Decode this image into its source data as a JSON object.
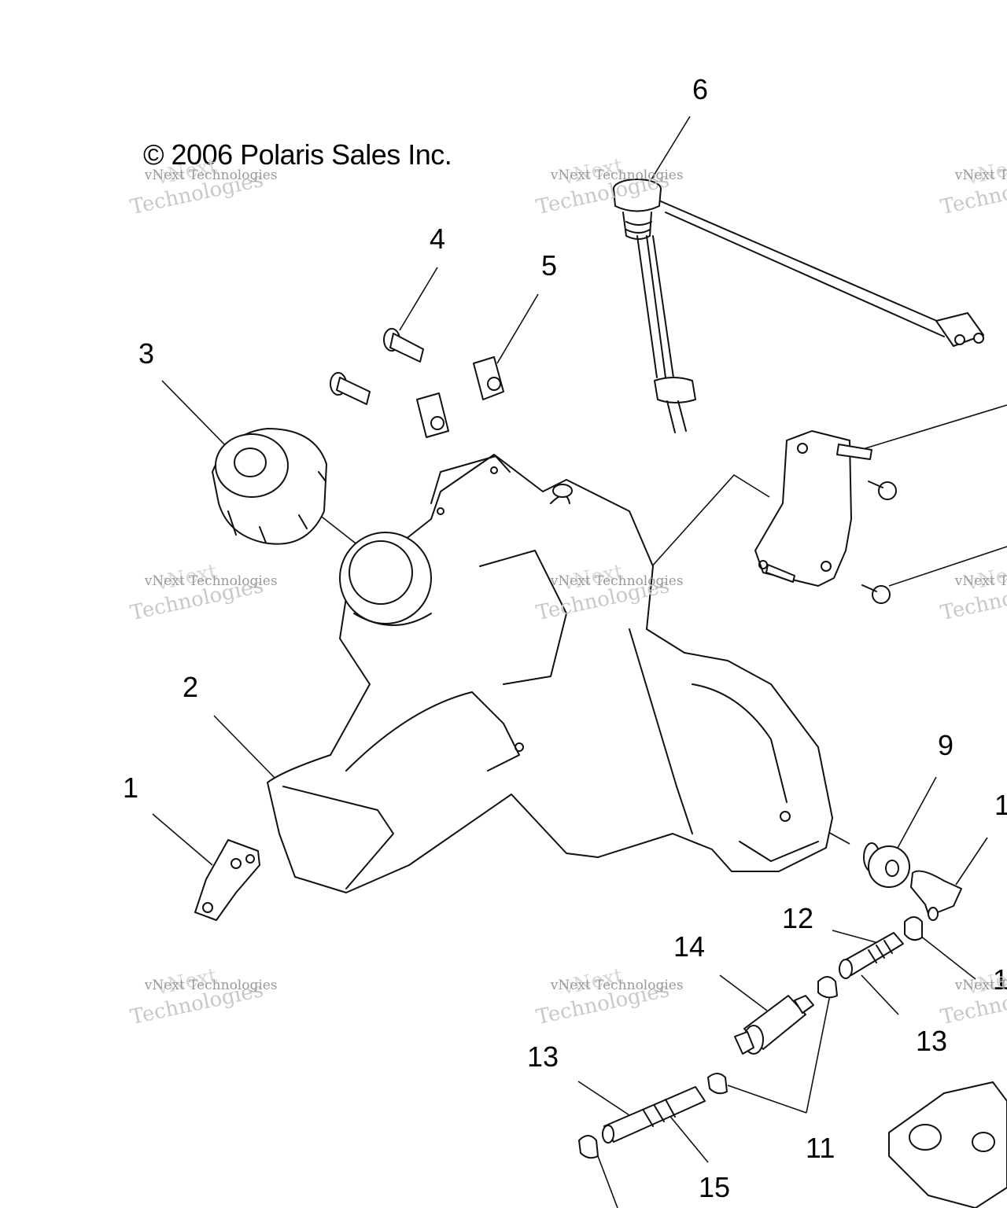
{
  "copyright": "© 2006 Polaris Sales Inc.",
  "watermark": {
    "line1": "vNext Technologies",
    "line2": "Technologies",
    "back": "vNext"
  },
  "callouts": {
    "c1": "1",
    "c2": "2",
    "c3": "3",
    "c4": "4",
    "c5": "5",
    "c6": "6",
    "c9": "9",
    "c10": "1",
    "c11": "11",
    "c12": "12",
    "c13a": "13",
    "c13b": "13",
    "c14": "14",
    "c15": "15",
    "c16": "1"
  }
}
